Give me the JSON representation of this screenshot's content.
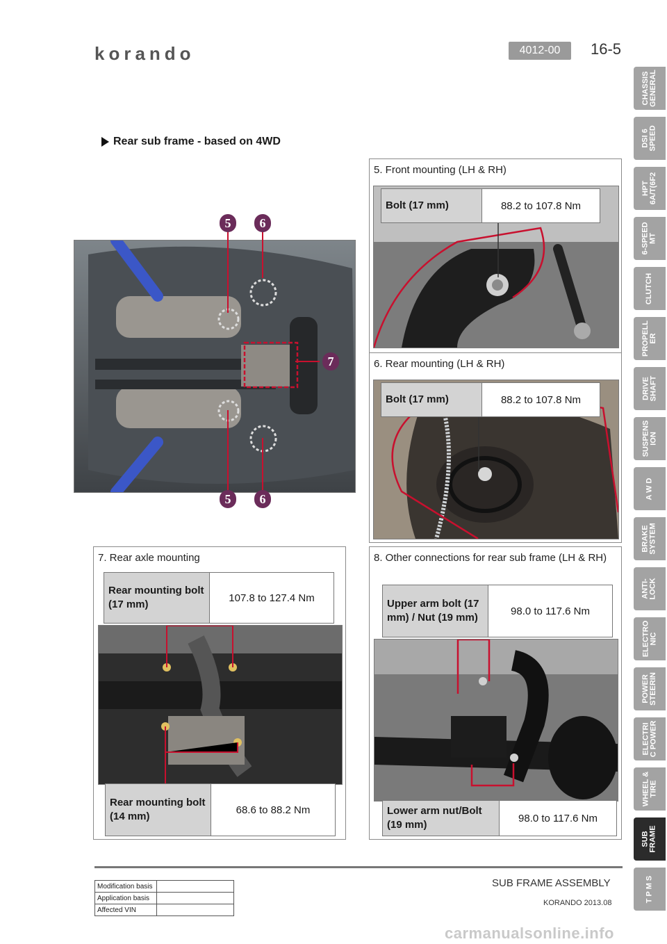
{
  "header": {
    "brand": "korando",
    "code": "4012-00",
    "page": "16-5"
  },
  "section_title": "Rear sub frame - based on 4WD",
  "sidebar": {
    "tabs": [
      "CHASSIS\nGENERAL",
      "DSI 6\nSPEED",
      "HPT\n6A/T(6F2",
      "6-SPEED\nMT",
      "CLUTCH",
      "PROPELL\nER",
      "DRIVE\nSHAFT",
      "SUSPENS\nION",
      "A W D",
      "BRAKE\nSYSTEM",
      "ANTI-\nLOCK",
      "ELECTRO\nNIC",
      "POWER\nSTEERIN",
      "ELECTRI\nC POWER",
      "WHEEL &\nTIRE",
      "SUB\nFRAME",
      "T P M S"
    ],
    "active_index": 15
  },
  "overview": {
    "callouts": [
      "5",
      "6",
      "7",
      "5",
      "6"
    ]
  },
  "panels": {
    "front_mounting": {
      "title": "5. Front mounting (LH & RH)",
      "spec_label": "Bolt (17 mm)",
      "spec_value": "88.2 to 107.8 Nm"
    },
    "rear_mounting": {
      "title": "6. Rear mounting (LH & RH)",
      "spec_label": "Bolt (17 mm)",
      "spec_value": "88.2 to 107.8 Nm"
    },
    "rear_axle": {
      "title": "7. Rear axle mounting",
      "spec1_label": "Rear mounting bolt (17 mm)",
      "spec1_value": "107.8 to 127.4 Nm",
      "spec2_label": "Rear mounting bolt (14 mm)",
      "spec2_value": "68.6 to 88.2 Nm"
    },
    "other_connections": {
      "title": "8. Other connections for rear sub frame (LH & RH)",
      "spec1_label": "Upper arm bolt (17 mm) / Nut (19 mm)",
      "spec1_value": "98.0 to 117.6 Nm",
      "spec2_label": "Lower arm nut/Bolt (19 mm)",
      "spec2_value": "98.0 to 117.6 Nm"
    }
  },
  "footer": {
    "title": "SUB FRAME ASSEMBLY",
    "subtitle": "KORANDO 2013.08",
    "table": [
      {
        "label": "Modification basis",
        "value": ""
      },
      {
        "label": "Application basis",
        "value": ""
      },
      {
        "label": "Affected VIN",
        "value": ""
      }
    ]
  },
  "watermark": "carmanualsonline.info",
  "colors": {
    "accent_red": "#c8102e",
    "tab_gray": "#a3a3a3",
    "tab_active": "#2b2b2b",
    "spec_label_bg": "#d3d3d3",
    "callout_purple": "#6b2c5a"
  }
}
